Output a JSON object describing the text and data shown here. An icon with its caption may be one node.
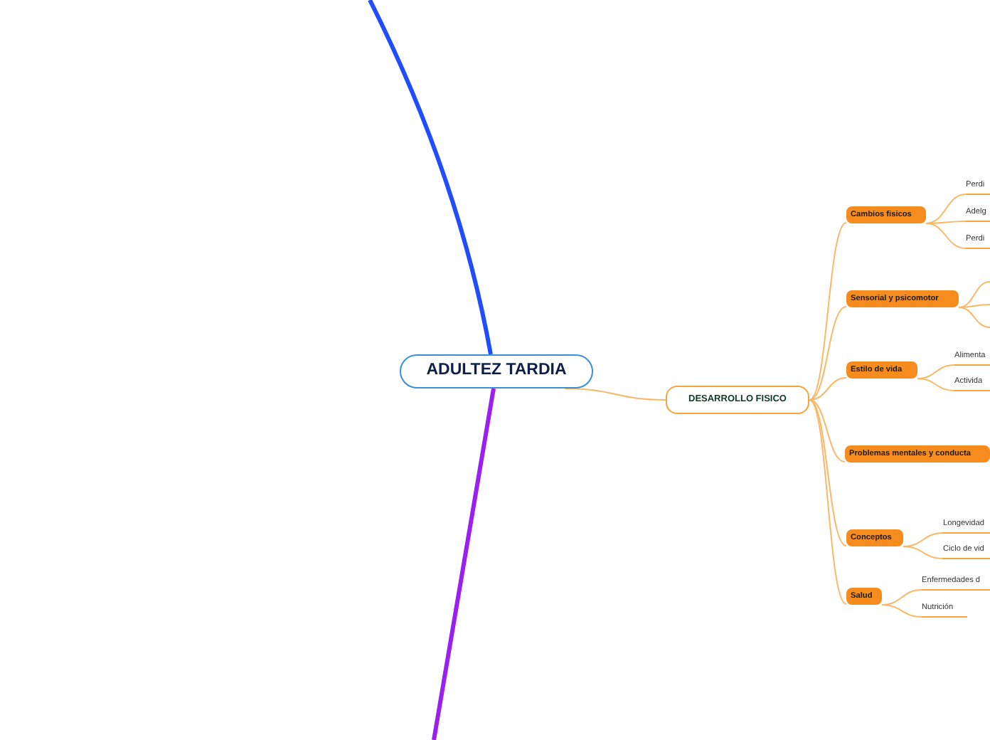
{
  "diagram": {
    "nodes": [
      {
        "text": [
          "ADULTEZ TARDIA"
        ]
      },
      {
        "text": [
          "DESARROLLO FISICO"
        ]
      },
      {
        "text": [
          "Cambios fisicos"
        ]
      },
      {
        "text": [
          "Perdi"
        ]
      },
      {
        "text": [
          "Adelg"
        ]
      },
      {
        "text": [
          "Perdi"
        ]
      },
      {
        "text": [
          "Sensorial y psicomotor"
        ]
      },
      {
        "text": [
          "Estilo de vida"
        ]
      },
      {
        "text": [
          "Alimenta"
        ]
      },
      {
        "text": [
          "Activida"
        ]
      },
      {
        "text": [
          "Problemas mentales y conducta"
        ]
      },
      {
        "text": [
          "Conceptos"
        ]
      },
      {
        "text": [
          "Longevidad"
        ]
      },
      {
        "text": [
          "Ciclo de vid"
        ]
      },
      {
        "text": [
          "Salud"
        ]
      },
      {
        "text": [
          "Enfermedades d"
        ]
      },
      {
        "text": [
          "Nutrición"
        ]
      }
    ],
    "edges": [
      {
        "from": null,
        "to": 0,
        "arrow": "none",
        "style": "thick",
        "color": "#1f4dff"
      },
      {
        "from": 0,
        "to": null,
        "arrow": "none",
        "style": "thick",
        "color": "#9a1ff0"
      },
      {
        "from": 0,
        "to": 1,
        "arrow": "none"
      },
      {
        "from": 1,
        "to": 2,
        "arrow": "none"
      },
      {
        "from": 1,
        "to": 6,
        "arrow": "none"
      },
      {
        "from": 1,
        "to": 7,
        "arrow": "none"
      },
      {
        "from": 1,
        "to": 10,
        "arrow": "none"
      },
      {
        "from": 1,
        "to": 11,
        "arrow": "none"
      },
      {
        "from": 1,
        "to": 14,
        "arrow": "none"
      },
      {
        "from": 2,
        "to": 3,
        "arrow": "none"
      },
      {
        "from": 2,
        "to": 4,
        "arrow": "none"
      },
      {
        "from": 2,
        "to": 5,
        "arrow": "none"
      },
      {
        "from": 6,
        "to": null,
        "arrow": "none"
      },
      {
        "from": 6,
        "to": null,
        "arrow": "none"
      },
      {
        "from": 6,
        "to": null,
        "arrow": "none"
      },
      {
        "from": 7,
        "to": 8,
        "arrow": "none"
      },
      {
        "from": 7,
        "to": 9,
        "arrow": "none"
      },
      {
        "from": 11,
        "to": 12,
        "arrow": "none"
      },
      {
        "from": 11,
        "to": 13,
        "arrow": "none"
      },
      {
        "from": 14,
        "to": 15,
        "arrow": "none"
      },
      {
        "from": 14,
        "to": 16,
        "arrow": "none"
      }
    ]
  }
}
